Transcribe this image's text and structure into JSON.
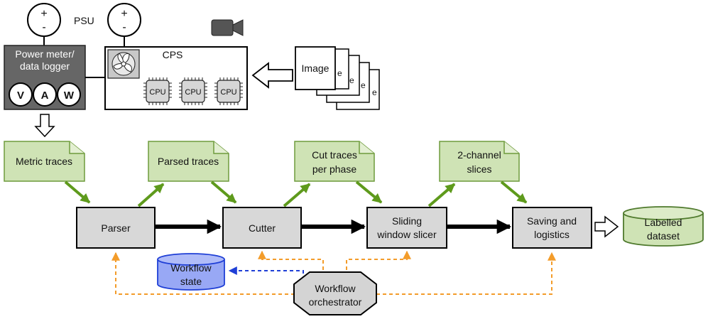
{
  "psu": {
    "label": "PSU",
    "plus": "+",
    "minus": "-"
  },
  "power_meter": {
    "line1": "Power meter/",
    "line2": "data logger",
    "meters": [
      "V",
      "A",
      "W"
    ]
  },
  "cps": {
    "label": "CPS",
    "cpu_label": "CPU"
  },
  "images": {
    "front_label": "Image",
    "back_label": "e"
  },
  "docs": {
    "metric": [
      "Metric traces"
    ],
    "parsed": [
      "Parsed traces"
    ],
    "cut": [
      "Cut traces",
      "per phase"
    ],
    "slices": [
      "2-channel",
      "slices"
    ]
  },
  "process": {
    "parser": [
      "Parser"
    ],
    "cutter": [
      "Cutter"
    ],
    "slicer": [
      "Sliding",
      "window slicer"
    ],
    "saving": [
      "Saving and",
      "logistics"
    ]
  },
  "dataset": [
    "Labelled",
    "dataset"
  ],
  "workflow_state": [
    "Workflow",
    "state"
  ],
  "orchestrator": [
    "Workflow",
    "orchestrator"
  ],
  "colors": {
    "doc_fill": "#cfe3b5",
    "doc_stroke": "#6f9b3d",
    "green_arrow": "#5e9a1c",
    "orange": "#f39c2a",
    "blue": "#1f3fd6",
    "db_blue": "#98a8f5",
    "process_fill": "#d8d8d8",
    "meter_fill": "#666666",
    "orch_fill": "#d4d4d4"
  }
}
